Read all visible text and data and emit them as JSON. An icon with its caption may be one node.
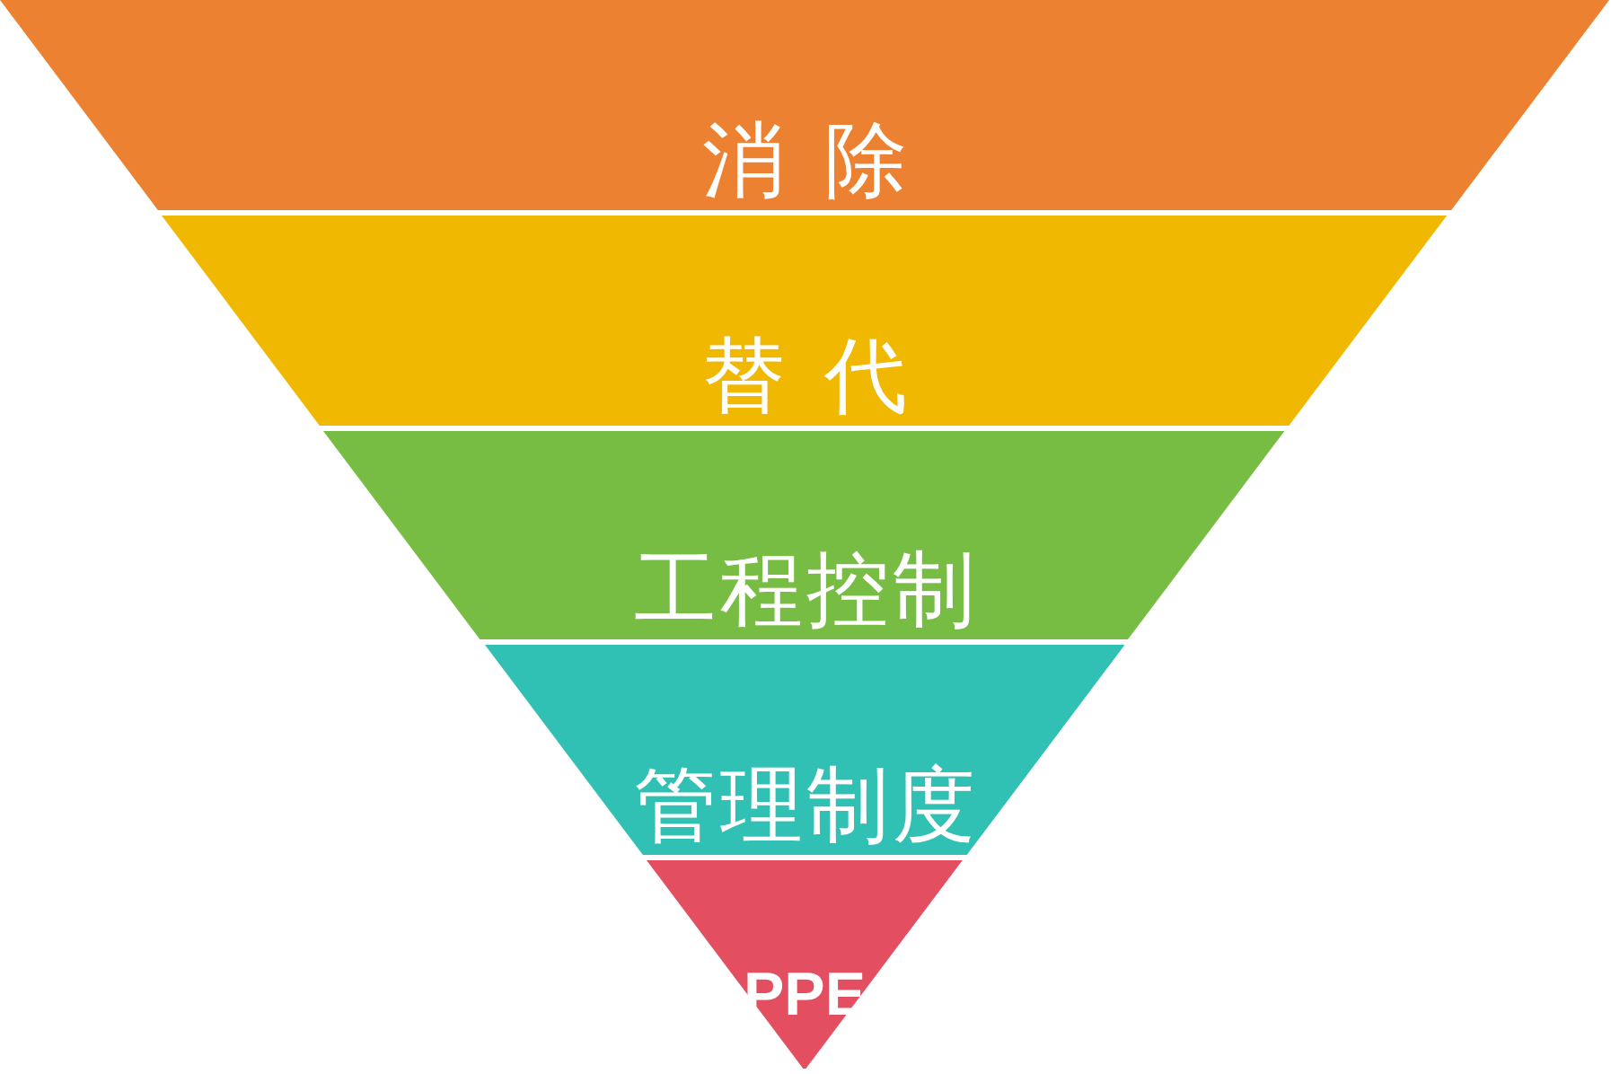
{
  "diagram": {
    "nodes": [
      {
        "text": [
          "消除"
        ]
      },
      {
        "text": [
          "替代"
        ]
      },
      {
        "text": [
          "工程控制"
        ]
      },
      {
        "text": [
          "管理制度"
        ]
      },
      {
        "text": [
          "PPE"
        ]
      }
    ]
  }
}
